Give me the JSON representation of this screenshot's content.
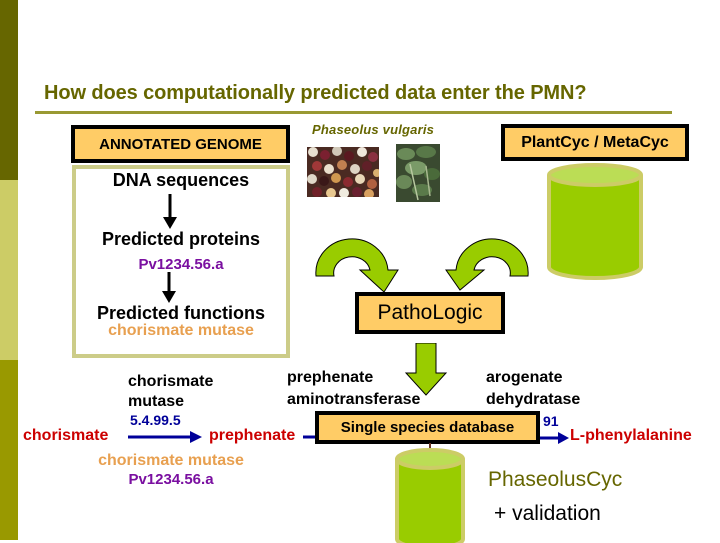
{
  "slide": {
    "title": "How does computationally predicted data enter the PMN?",
    "colors": {
      "olive_dark": "#666600",
      "olive_pale": "#cccc66",
      "olive_mid": "#999900",
      "label_box_fill": "#ffcc66",
      "cylinder_green": "#99cc00",
      "cylinder_rim": "#cccc66",
      "arrow_green": "#99cc00",
      "reaction_red": "#cc0000",
      "gene_purple": "#7a0fa0",
      "function_orange": "#e8a050",
      "ec_blue": "#000099"
    }
  },
  "genome": {
    "header": "ANNOTATED GENOME",
    "steps": [
      {
        "label": "DNA sequences"
      },
      {
        "label": "Predicted proteins",
        "detail": "Pv1234.56.a"
      },
      {
        "label": "Predicted functions",
        "detail": "chorismate mutase"
      }
    ]
  },
  "organism": {
    "name": "Phaseolus vulgaris",
    "images": [
      "beans-photo",
      "plant-photo"
    ]
  },
  "reference_db": {
    "label": "PlantCyc / MetaCyc",
    "icon": "database-cylinder-icon"
  },
  "pathologic": {
    "label": "PathoLogic"
  },
  "pathway": {
    "enzymes": [
      {
        "name_line1": "chorismate",
        "name_line2": "mutase",
        "ec": "5.4.99.5"
      },
      {
        "name_line1": "prephenate",
        "name_line2": "aminotransferase"
      },
      {
        "name_line1": "arogenate",
        "name_line2": "dehydratase",
        "ec_fragment": "91"
      }
    ],
    "compounds": [
      "chorismate",
      "prephenate",
      "L-phenylalanine"
    ],
    "annotation": {
      "function": "chorismate mutase",
      "gene": "Pv1234.56.a"
    }
  },
  "species_db": {
    "label": "Single species database",
    "icon": "database-cylinder-icon",
    "name": "PhaseolusCyc",
    "note": "+ validation"
  }
}
